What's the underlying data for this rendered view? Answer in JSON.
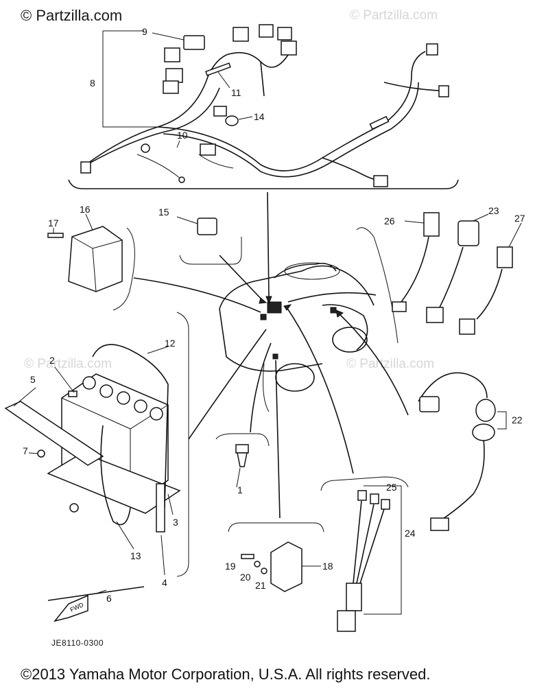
{
  "watermark": {
    "main": "© Partzilla.com",
    "faint": "© Partzilla.com"
  },
  "diagram_code": "JE8110-0300",
  "copyright": "©2013  Yamaha Motor Corporation, U.S.A. All rights reserved.",
  "callouts": [
    "1",
    "2",
    "3",
    "4",
    "5",
    "6",
    "7",
    "8",
    "9",
    "10",
    "11",
    "12",
    "13",
    "14",
    "15",
    "16",
    "17",
    "18",
    "19",
    "20",
    "21",
    "22",
    "23",
    "24",
    "25",
    "26",
    "27"
  ],
  "fwd_label": "FWD"
}
